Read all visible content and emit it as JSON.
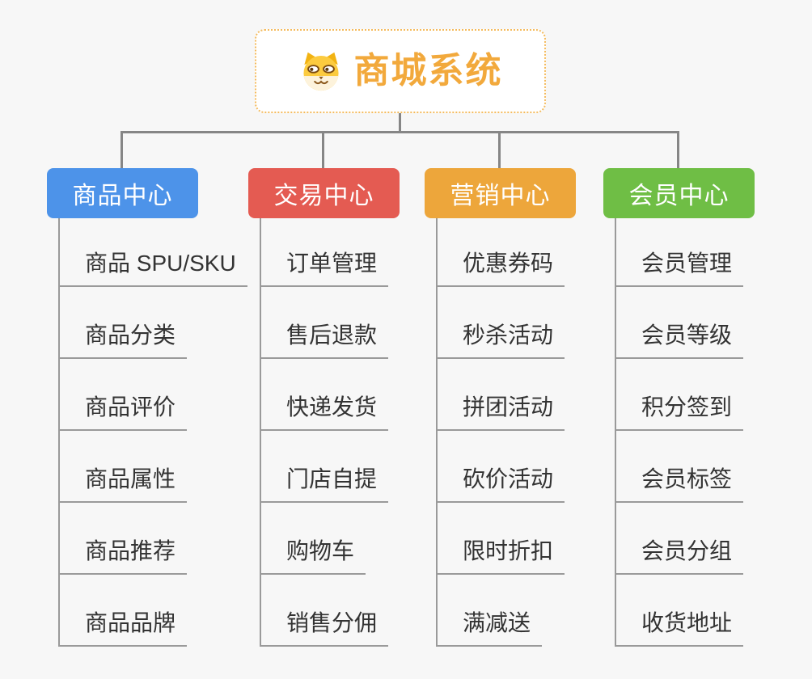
{
  "root": {
    "title": "商城系统",
    "icon": "dog-face-icon",
    "accent_color": "#f2a93c",
    "border_color": "#f4bb5e"
  },
  "connector_color": "#868686",
  "underline_color": "#9a9a9a",
  "branches": [
    {
      "label": "商品中心",
      "color": "#4d93e9",
      "children": [
        "商品 SPU/SKU",
        "商品分类",
        "商品评价",
        "商品属性",
        "商品推荐",
        "商品品牌"
      ]
    },
    {
      "label": "交易中心",
      "color": "#e45b52",
      "children": [
        "订单管理",
        "售后退款",
        "快递发货",
        "门店自提",
        "购物车",
        "销售分佣"
      ]
    },
    {
      "label": "营销中心",
      "color": "#eda63b",
      "children": [
        "优惠券码",
        "秒杀活动",
        "拼团活动",
        "砍价活动",
        "限时折扣",
        "满减送"
      ]
    },
    {
      "label": "会员中心",
      "color": "#6fbe45",
      "children": [
        "会员管理",
        "会员等级",
        "积分签到",
        "会员标签",
        "会员分组",
        "收货地址"
      ]
    }
  ]
}
